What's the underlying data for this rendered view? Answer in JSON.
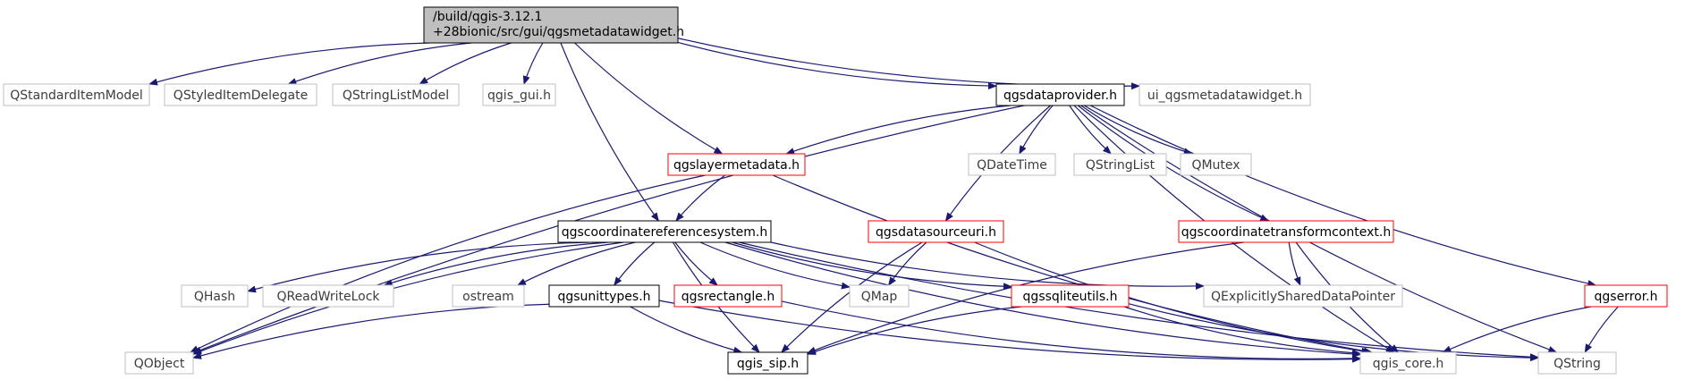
{
  "colors": {
    "edge": "#191970",
    "border_black": "#000000",
    "border_red": "#ff0000",
    "border_gray": "#bfbfbf",
    "text_black": "#000000",
    "text_gray": "#3c3c3c",
    "root_fill": "#bfbfbf",
    "node_fill": "#ffffff"
  },
  "root": {
    "line1": "/build/qgis-3.12.1",
    "line2": "+28bionic/src/gui/qgsmetadatawidget.h"
  },
  "nodes": {
    "qstandarditemmodel": "QStandardItemModel",
    "qstyleditemdelegate": "QStyledItemDelegate",
    "qstringlistmodel": "QStringListModel",
    "qgis_gui": "qgis_gui.h",
    "qgsdataprovider": "qgsdataprovider.h",
    "ui_qgsmetadatawidget": "ui_qgsmetadatawidget.h",
    "qgslayermetadata": "qgslayermetadata.h",
    "qdatetime": "QDateTime",
    "qstringlist": "QStringList",
    "qmutex": "QMutex",
    "qgscoordinatereferencesystem": "qgscoordinatereferencesystem.h",
    "qgsdatasourceuri": "qgsdatasourceuri.h",
    "qgscoordinatetransformcontext": "qgscoordinatetransformcontext.h",
    "qhash": "QHash",
    "qreadwritelock": "QReadWriteLock",
    "ostream": "ostream",
    "qgsunittypes": "qgsunittypes.h",
    "qgsrectangle": "qgsrectangle.h",
    "qmap": "QMap",
    "qgssqliteutils": "qgssqliteutils.h",
    "qexplicitlyshareddatapointer": "QExplicitlySharedDataPointer",
    "qgserror": "qgserror.h",
    "qobject": "QObject",
    "qgis_sip": "qgis_sip.h",
    "qgis_core": "qgis_core.h",
    "qstring": "QString"
  },
  "edges": [
    [
      "root",
      "qstandarditemmodel"
    ],
    [
      "root",
      "qstyleditemdelegate"
    ],
    [
      "root",
      "qstringlistmodel"
    ],
    [
      "root",
      "qgis_gui"
    ],
    [
      "root",
      "qgsdataprovider"
    ],
    [
      "root",
      "ui_qgsmetadatawidget"
    ],
    [
      "root",
      "qgslayermetadata"
    ],
    [
      "root",
      "qgscoordinatereferencesystem"
    ],
    [
      "qgsdataprovider",
      "qgslayermetadata"
    ],
    [
      "qgsdataprovider",
      "qdatetime"
    ],
    [
      "qgsdataprovider",
      "qstringlist"
    ],
    [
      "qgsdataprovider",
      "qmutex"
    ],
    [
      "qgsdataprovider",
      "qgsdatasourceuri"
    ],
    [
      "qgsdataprovider",
      "qgscoordinatetransformcontext"
    ],
    [
      "qgsdataprovider",
      "qgserror"
    ],
    [
      "qgsdataprovider",
      "qobject"
    ],
    [
      "qgsdataprovider",
      "qgis_core"
    ],
    [
      "qgsdataprovider",
      "qstring"
    ],
    [
      "qgslayermetadata",
      "qgscoordinatereferencesystem"
    ],
    [
      "qgslayermetadata",
      "qobject"
    ],
    [
      "qgslayermetadata",
      "qgis_core"
    ],
    [
      "qgscoordinatereferencesystem",
      "qhash"
    ],
    [
      "qgscoordinatereferencesystem",
      "qreadwritelock"
    ],
    [
      "qgscoordinatereferencesystem",
      "ostream"
    ],
    [
      "qgscoordinatereferencesystem",
      "qgsunittypes"
    ],
    [
      "qgscoordinatereferencesystem",
      "qgsrectangle"
    ],
    [
      "qgscoordinatereferencesystem",
      "qmap"
    ],
    [
      "qgscoordinatereferencesystem",
      "qgssqliteutils"
    ],
    [
      "qgscoordinatereferencesystem",
      "qexplicitlyshareddatapointer"
    ],
    [
      "qgscoordinatereferencesystem",
      "qobject"
    ],
    [
      "qgscoordinatereferencesystem",
      "qgis_sip"
    ],
    [
      "qgscoordinatereferencesystem",
      "qgis_core"
    ],
    [
      "qgscoordinatereferencesystem",
      "qstring"
    ],
    [
      "qgsdatasourceuri",
      "qmap"
    ],
    [
      "qgsdatasourceuri",
      "qgis_sip"
    ],
    [
      "qgsdatasourceuri",
      "qgis_core"
    ],
    [
      "qgscoordinatetransformcontext",
      "qexplicitlyshareddatapointer"
    ],
    [
      "qgscoordinatetransformcontext",
      "qgis_sip"
    ],
    [
      "qgscoordinatetransformcontext",
      "qgis_core"
    ],
    [
      "qgsunittypes",
      "qobject"
    ],
    [
      "qgsunittypes",
      "qgis_sip"
    ],
    [
      "qgsunittypes",
      "qgis_core"
    ],
    [
      "qgsrectangle",
      "qgis_core"
    ],
    [
      "qgssqliteutils",
      "qgis_sip"
    ],
    [
      "qgssqliteutils",
      "qgis_core"
    ],
    [
      "qgssqliteutils",
      "qstring"
    ],
    [
      "qgserror",
      "qgis_core"
    ],
    [
      "qgserror",
      "qstring"
    ]
  ]
}
